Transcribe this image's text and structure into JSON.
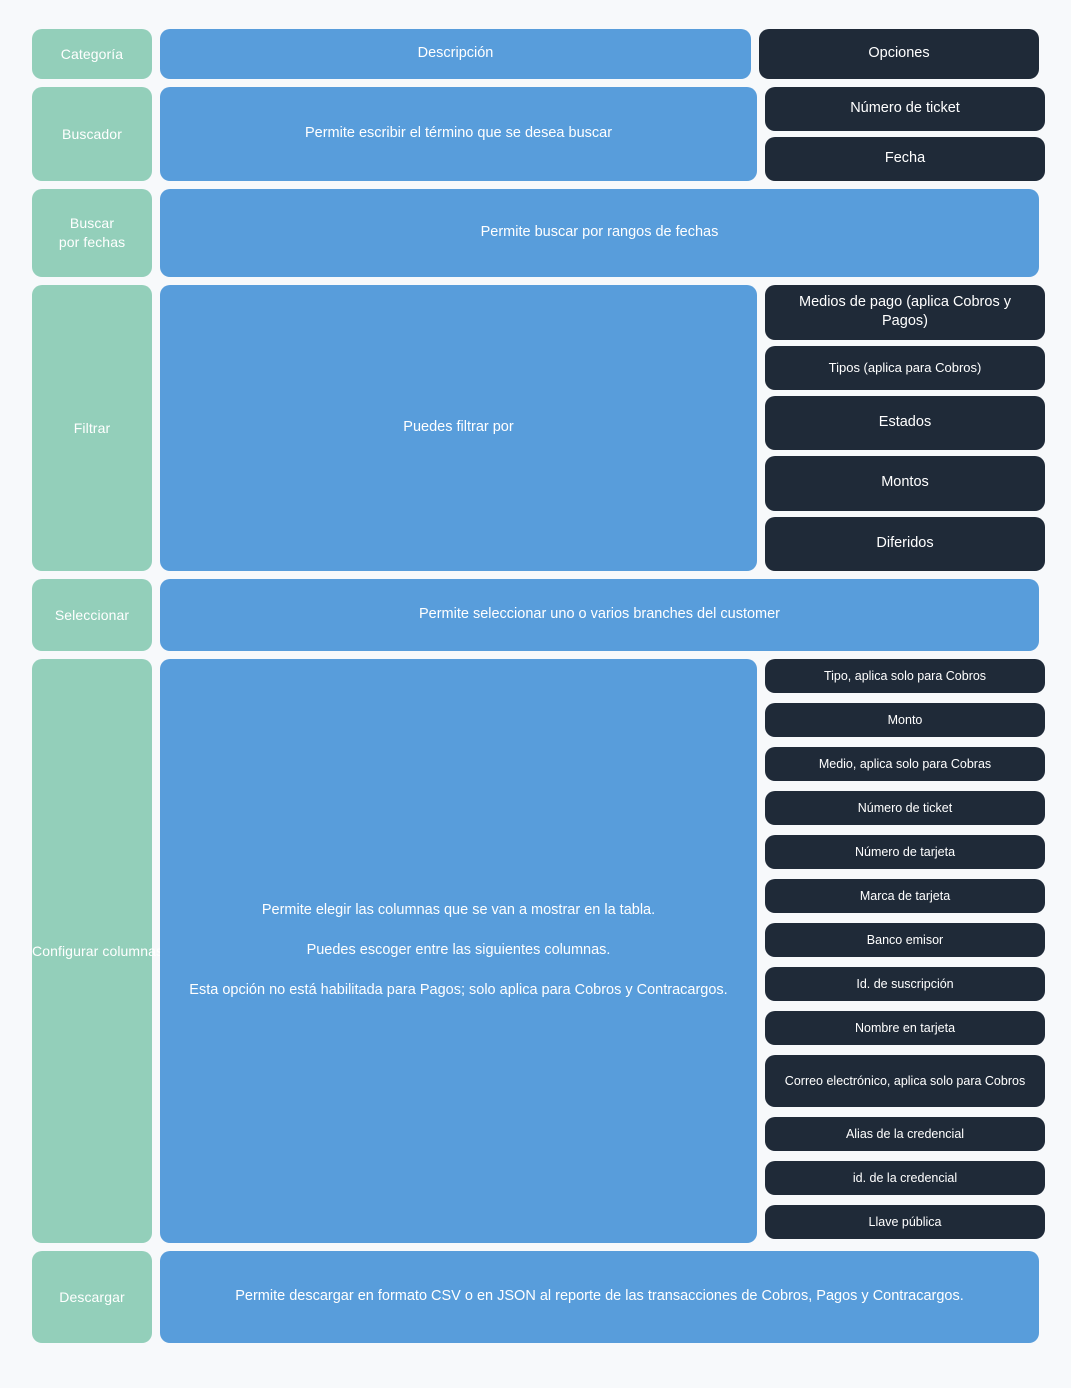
{
  "colors": {
    "background": "#f7f9fb",
    "category": "#93cfba",
    "description": "#589ddb",
    "option": "#1f2a38",
    "text_on_fill": "#ffffff"
  },
  "header": {
    "category": "Categoría",
    "description": "Descripción",
    "options": "Opciones"
  },
  "rows": [
    {
      "id": "buscador",
      "category": "Buscador",
      "description": "Permite escribir el término que se desea buscar",
      "options": [
        "Número de ticket",
        "Fecha"
      ]
    },
    {
      "id": "buscar-por-fechas",
      "category": "Buscar\npor fechas",
      "description": "Permite buscar por rangos de fechas",
      "options": []
    },
    {
      "id": "filtrar",
      "category": "Filtrar",
      "description": "Puedes filtrar por",
      "options": [
        "Medios de pago (aplica Cobros y Pagos)",
        "Tipos (aplica para Cobros)",
        "Estados",
        "Montos",
        "Diferidos"
      ]
    },
    {
      "id": "seleccionar",
      "category": "Seleccionar",
      "description": "Permite seleccionar uno o varios branches del customer",
      "options": []
    },
    {
      "id": "configurar-columnas",
      "category": "Configurar columnas",
      "description_paragraphs": [
        "Permite elegir las columnas que se van a mostrar en la tabla.",
        "Puedes escoger entre las siguientes columnas.",
        "Esta opción no está habilitada para Pagos; solo aplica para Cobros y Contracargos."
      ],
      "options": [
        "Tipo, aplica solo para Cobros",
        "Monto",
        "Medio, aplica solo para Cobras",
        "Número de ticket",
        "Número de tarjeta",
        "Marca de tarjeta",
        "Banco emisor",
        "Id. de suscripción",
        "Nombre en tarjeta",
        "Correo electrónico, aplica solo para Cobros",
        "Alias de la credencial",
        "id. de la credencial",
        "Llave pública"
      ]
    },
    {
      "id": "descargar",
      "category": "Descargar",
      "description": "Permite descargar en formato CSV o en JSON al reporte de las transacciones de Cobros, Pagos y Contracargos.",
      "options": []
    }
  ]
}
